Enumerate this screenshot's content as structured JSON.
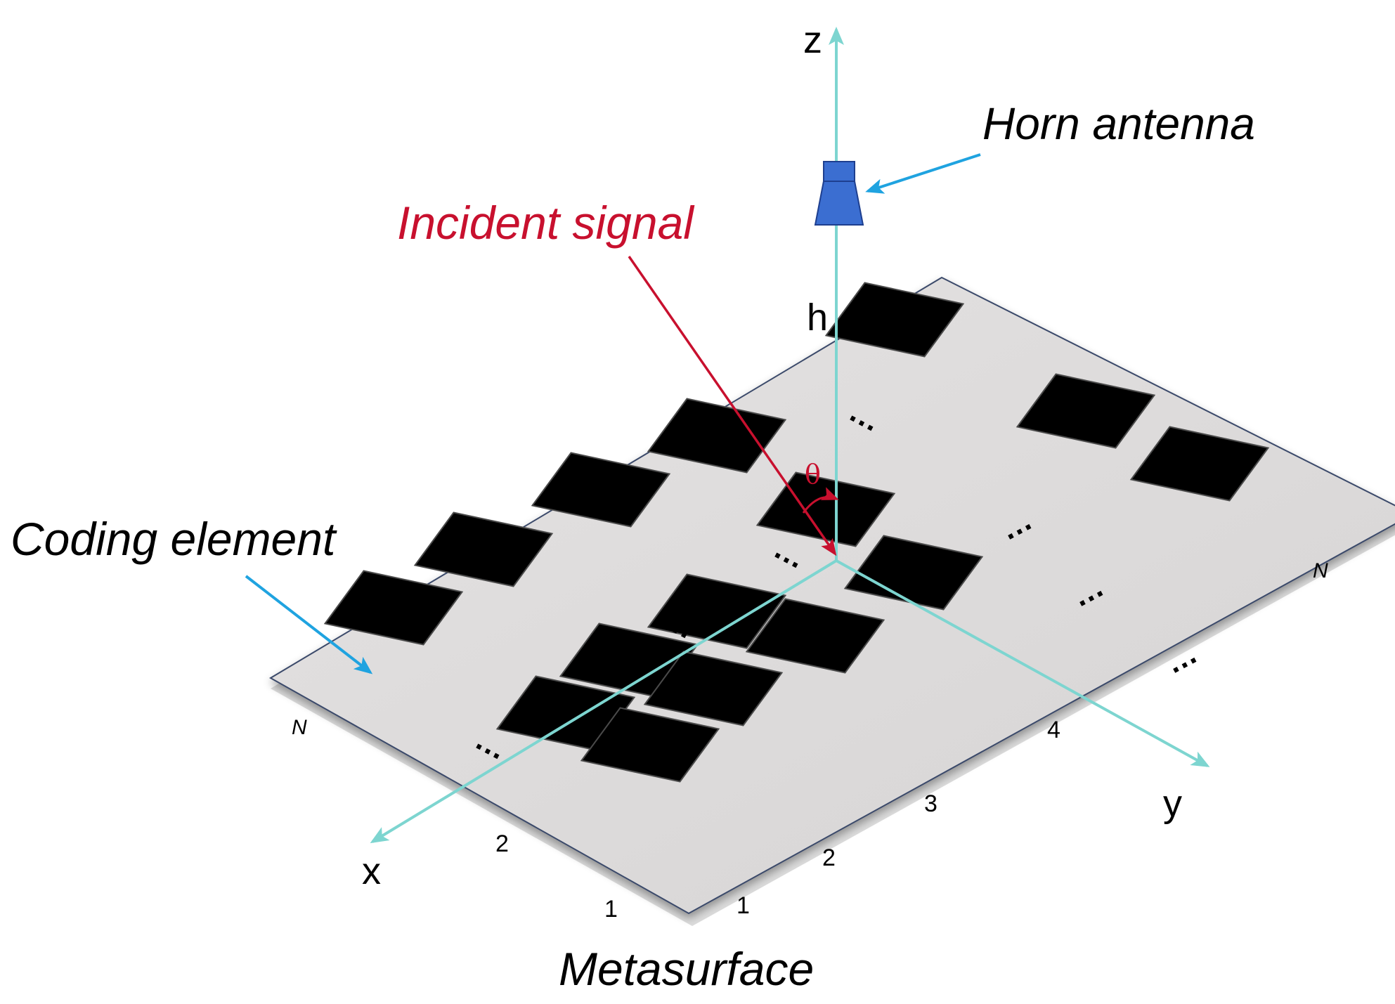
{
  "labels": {
    "z_axis": "z",
    "x_axis": "x",
    "y_axis": "y",
    "height": "h",
    "theta": "θ",
    "horn_antenna": "Horn antenna",
    "incident_signal": "Incident signal",
    "coding_element": "Coding element",
    "metasurface": "Metasurface"
  },
  "edge_indices": {
    "x_side": [
      "1",
      "2",
      "N"
    ],
    "y_side": [
      "1",
      "2",
      "3",
      "4",
      "N"
    ]
  },
  "ellipsis": "…",
  "colors": {
    "axis": "#7dd5d0",
    "incident": "#c8102e",
    "pointer": "#1fa3e0",
    "horn": "#3b6ed1",
    "horn_outline": "#1e3f8f",
    "plate": "#dedcdc",
    "plate_edge": "#3a4a6a",
    "element": "#000000"
  }
}
